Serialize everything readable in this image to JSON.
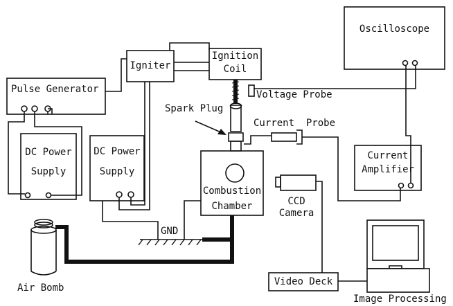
{
  "labels": {
    "pulse_generator": "Pulse Generator",
    "dc_power_supply_1_line1": "DC Power",
    "dc_power_supply_1_line2": "Supply",
    "dc_power_supply_2_line1": "DC Power",
    "dc_power_supply_2_line2": "Supply",
    "igniter": "Igniter",
    "ignition_coil_line1": "Ignition",
    "ignition_coil_line2": "Coil",
    "oscilloscope": "Oscilloscope",
    "voltage_probe": "Voltage Probe",
    "spark_plug": "Spark Plug",
    "current_probe": "Current  Probe",
    "current_amplifier_line1": "Current",
    "current_amplifier_line2": "Amplifier",
    "combustion_chamber_line1": "Combustion",
    "combustion_chamber_line2": "Chamber",
    "ccd_camera_line1": "CCD",
    "ccd_camera_line2": "Camera",
    "gnd": "GND",
    "air_bomb": "Air Bomb",
    "video_deck": "Video Deck",
    "image_processing": "Image Processing"
  },
  "colors": {
    "line": "#111111",
    "background": "#ffffff"
  }
}
